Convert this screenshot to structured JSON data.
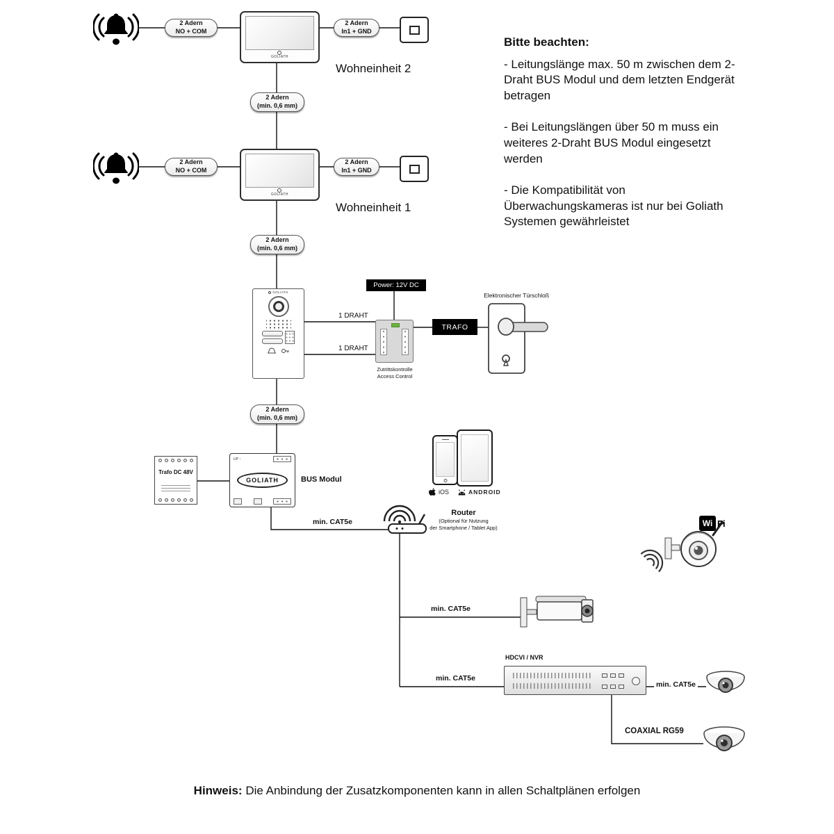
{
  "notes": {
    "title": "Bitte beachten:",
    "items": [
      "- Leitungslänge max. 50 m zwischen dem 2-Draht BUS Modul und dem letzten Endgerät betragen",
      "- Bei Leitungslängen über 50 m muss ein weiteres 2-Draht BUS Modul eingesetzt werden",
      "- Die Kompatibilität von Überwachungskameras ist nur bei Goliath Systemen gewährleistet"
    ]
  },
  "footer": {
    "label": "Hinweis:",
    "text": "Die Anbindung der Zusatzkomponenten kann in allen Schaltplänen erfolgen"
  },
  "units": {
    "unit2": "Wohneinheit 2",
    "unit1": "Wohneinheit 1"
  },
  "cables": {
    "two_wire": "2 Adern",
    "no_com": "NO + COM",
    "in1_gnd": "In1 + GND",
    "min06": "(min. 0,6 mm)",
    "one_wire": "1 DRAHT",
    "cat5e": "min. CAT5e",
    "coaxial": "COAXIAL RG59"
  },
  "devices": {
    "goliath": "GOLIATH",
    "power": "Power: 12V DC",
    "trafo": "TRAFO",
    "lock": "Elektronischer Türschloß",
    "access1": "Zutrittskontrolle",
    "access2": "Access Control",
    "trafo_dc": "Trafo DC 48V",
    "bus_modul": "BUS Modul",
    "up": "UP ↑",
    "router_title": "Router",
    "router_sub1": "(Optional für Nutzung",
    "router_sub2": "der Smartphone / Tablet App)",
    "ios": "iOS",
    "android": "ANDROID",
    "hdcvi": "HDCVI / NVR",
    "wifi_wi": "Wi",
    "wifi_fi": "Fi"
  }
}
